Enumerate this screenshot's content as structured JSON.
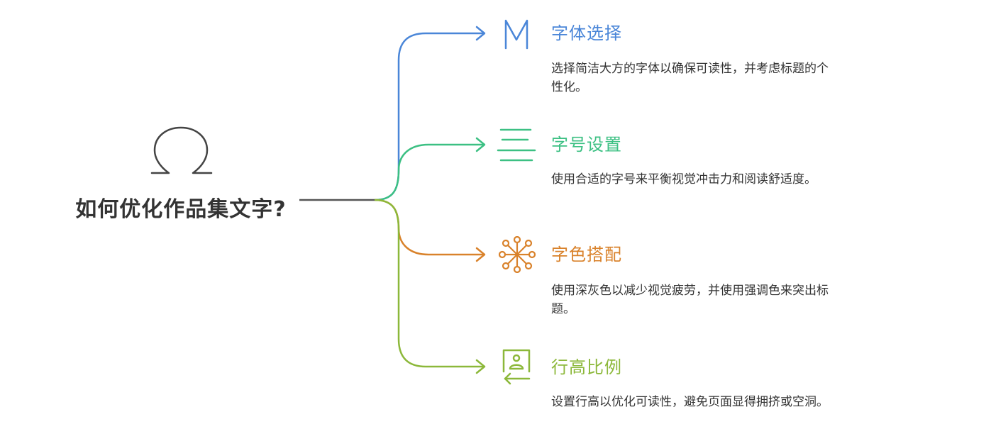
{
  "root": {
    "title": "如何优化作品集文字?",
    "icon": "omega-icon"
  },
  "branches": [
    {
      "title": "字体选择",
      "description": "选择简洁大方的字体以确保可读性，并考虑标题的个性化。",
      "color": "#4a86d8",
      "icon": "font-m-icon"
    },
    {
      "title": "字号设置",
      "description": "使用合适的字号来平衡视觉冲击力和阅读舒适度。",
      "color": "#3cc083",
      "icon": "lines-icon"
    },
    {
      "title": "字色搭配",
      "description": "使用深灰色以减少视觉疲劳，并使用强调色来突出标题。",
      "color": "#d9822b",
      "icon": "color-cluster-icon"
    },
    {
      "title": "行高比例",
      "description": "设置行高以优化可读性，避免页面显得拥挤或空洞。",
      "color": "#8cb83a",
      "icon": "user-frame-icon"
    }
  ]
}
